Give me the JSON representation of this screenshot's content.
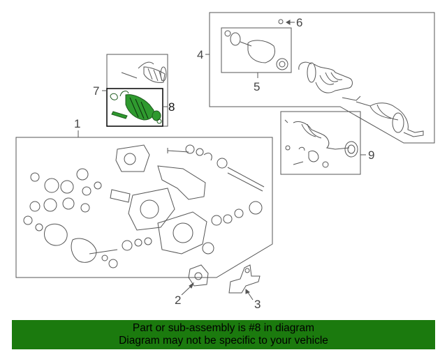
{
  "callouts": {
    "c1": "1",
    "c2": "2",
    "c3": "3",
    "c4": "4",
    "c5": "5",
    "c6": "6",
    "c7": "7",
    "c8": "8",
    "c9": "9"
  },
  "banner": {
    "line1": "Part or sub-assembly is #8 in diagram",
    "line2": "Diagram may not be specific to your vehicle"
  },
  "colors": {
    "highlight": "#2f9a2f",
    "banner_bg": "#1b7a0e",
    "line": "#555555"
  }
}
